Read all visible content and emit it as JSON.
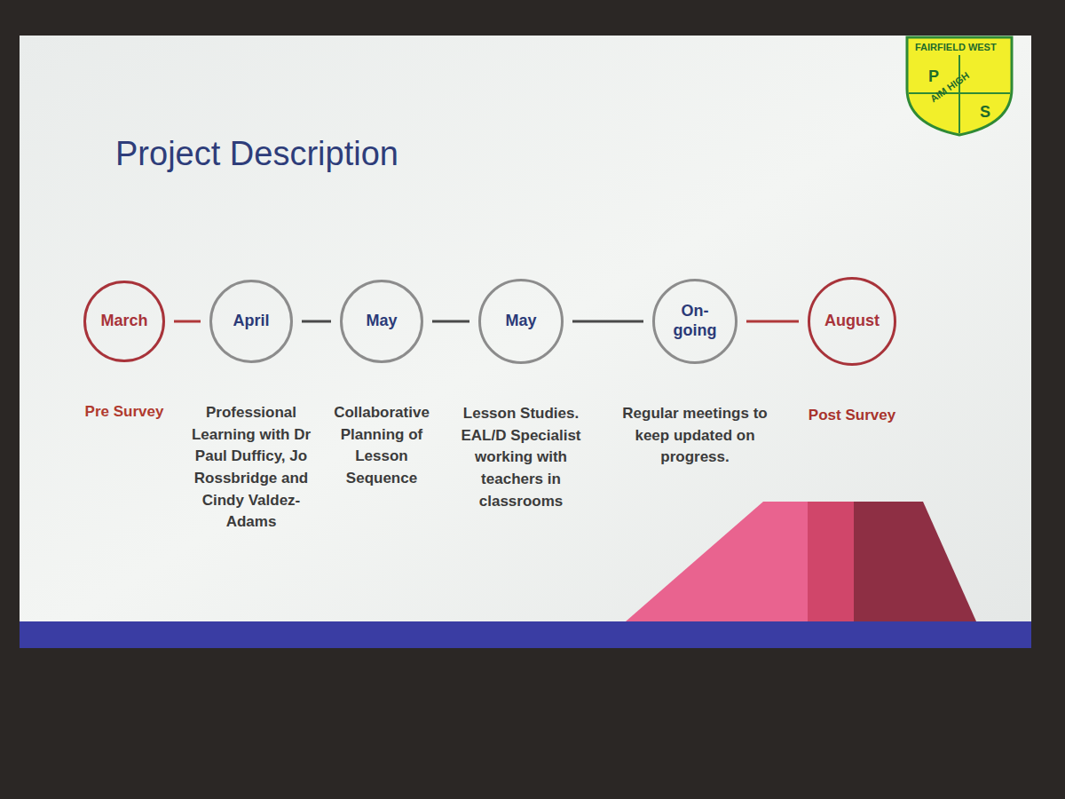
{
  "diagram": {
    "title": "Project Description",
    "nodes": [
      {
        "text": [
          "March",
          "Pre Survey"
        ]
      },
      {
        "text": [
          "April",
          "Professional Learning with Dr Paul Dufficy, Jo Rossbridge and Cindy Valdez-Adams"
        ]
      },
      {
        "text": [
          "May",
          "Collaborative Planning of Lesson Sequence"
        ]
      },
      {
        "text": [
          "May",
          "Lesson Studies. EAL/D Specialist working with teachers in classrooms"
        ]
      },
      {
        "text": [
          "On- going",
          "Regular meetings to keep updated on progress."
        ]
      },
      {
        "text": [
          "August",
          "Post Survey"
        ]
      }
    ],
    "edges": [
      {
        "from": 0,
        "to": 1,
        "arrow": "none"
      },
      {
        "from": 1,
        "to": 2,
        "arrow": "none"
      },
      {
        "from": 2,
        "to": 3,
        "arrow": "none"
      },
      {
        "from": 3,
        "to": 4,
        "arrow": "none"
      },
      {
        "from": 4,
        "to": 5,
        "arrow": "none"
      }
    ],
    "labels": [
      "FAIRFIELD WEST",
      "P",
      "AIM HIGH",
      "S"
    ]
  }
}
